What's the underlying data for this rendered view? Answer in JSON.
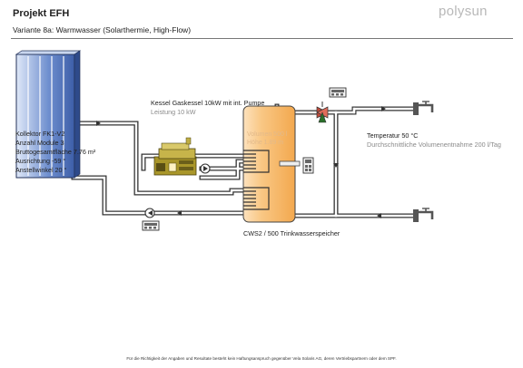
{
  "header": {
    "project_title": "Projekt EFH",
    "variant": "Variante 8a: Warmwasser (Solarthermie, High-Flow)",
    "brand": "polysun"
  },
  "collector": {
    "lines": [
      "Kollektor FK1-V2",
      "Anzahl Module 3",
      "Bruttogesamtfläche 7.76 m²",
      "Ausrichtung -59 °",
      "Anstellwinkel 20 °"
    ]
  },
  "boiler": {
    "name": "Kessel Gaskessel 10kW mit int. Pumpe",
    "power": "Leistung 10 kW"
  },
  "tank": {
    "volume": "Volumen 500 l",
    "height": "Höhe 1.89 m",
    "name": "CWS2 / 500 Trinkwasserspeicher"
  },
  "consumer": {
    "temperature": "Temperatur 50 °C",
    "flow": "Durchschnittliche Volumenentnahme 200 l/Tag"
  },
  "footer": {
    "disclaimer": "Für die Richtigkeit der Angaben und Resultate besteht kein Haftungsanspruch gegenüber Vela Solaris AG, deren Vertriebspartnern oder dem SPF."
  },
  "colors": {
    "tank_fill": "#f7b968",
    "tank_gradient_light": "#fde2bd",
    "pipe_fill": "#ffffff",
    "pipe_stroke": "#333333",
    "collector_blue": "#4a6fb5",
    "boiler_olive": "#8a7a1e"
  },
  "icons": [
    "collector-icon",
    "gas-boiler-icon",
    "pump-icon",
    "controller-icon",
    "mixing-valve-icon",
    "tap-icon"
  ]
}
